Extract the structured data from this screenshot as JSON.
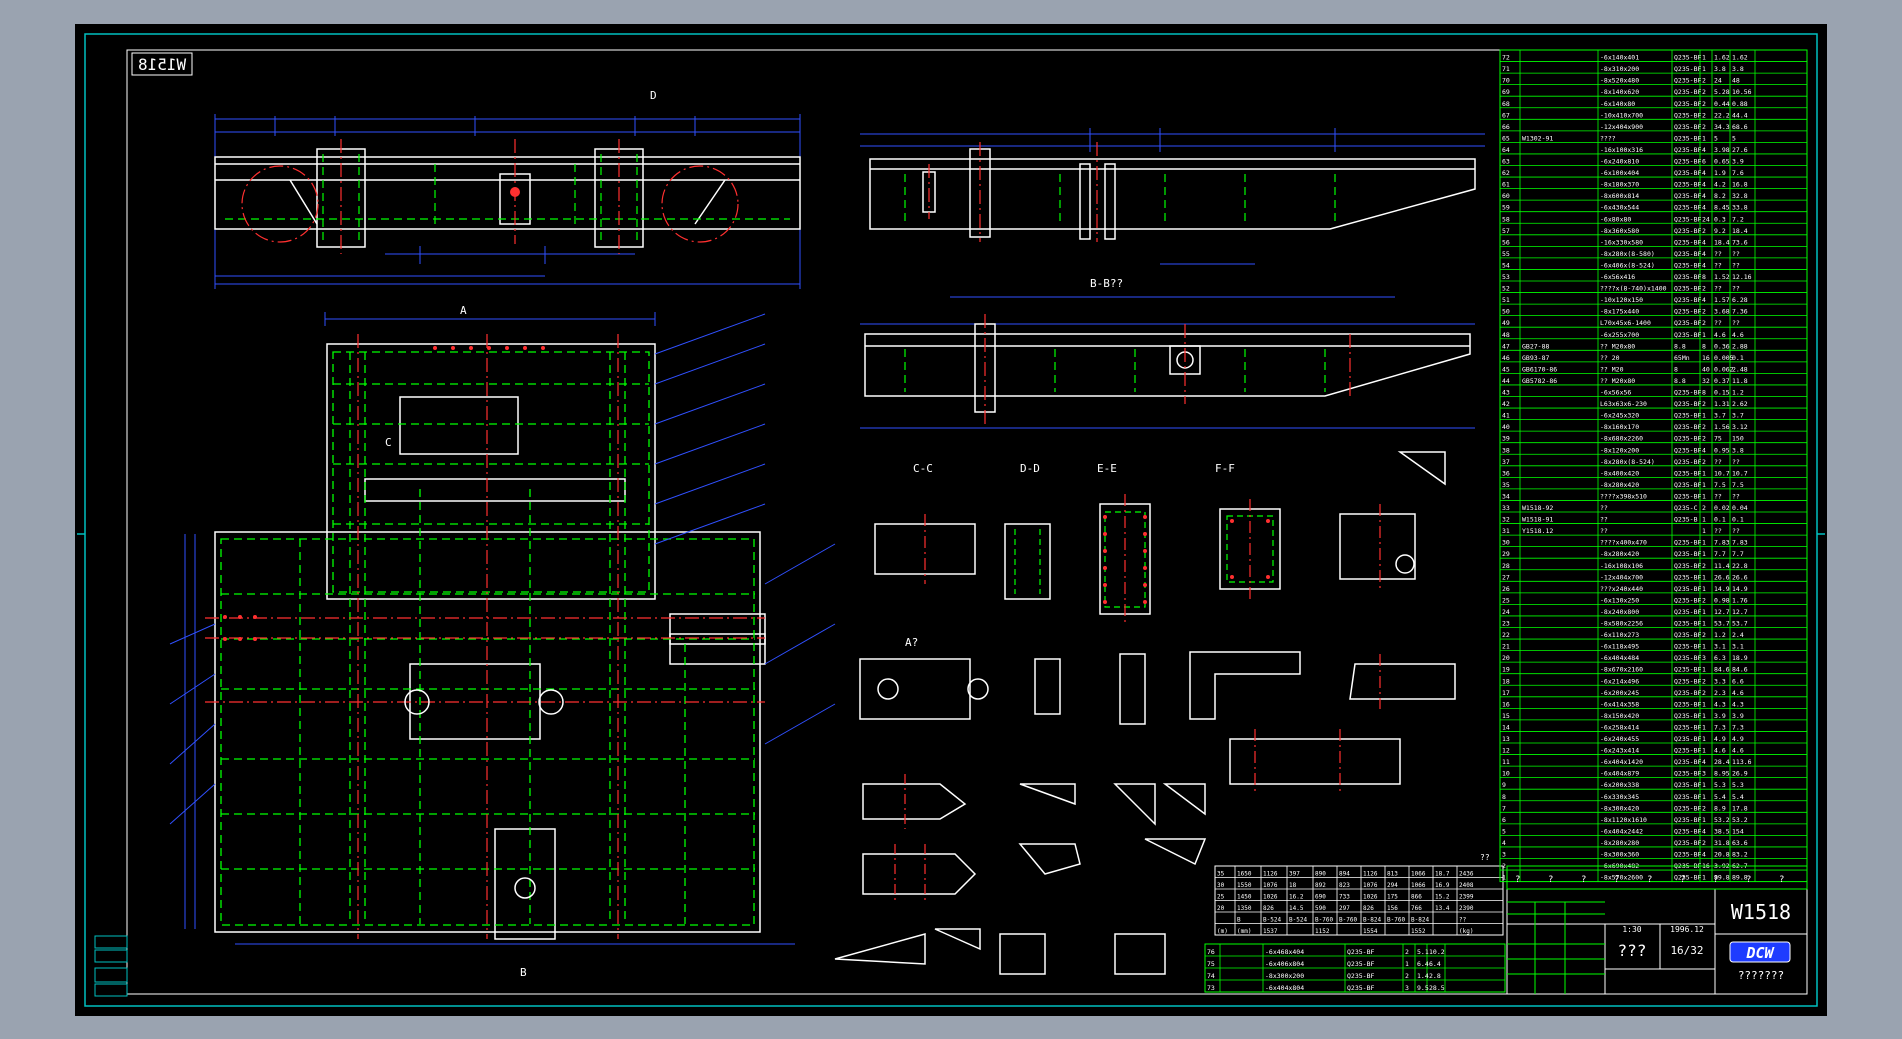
{
  "drawing": {
    "title_mirrored": "W1518",
    "section_labels": [
      "B-B??",
      "C-C",
      "D-D",
      "E-E",
      "F-F",
      "A?"
    ],
    "view_markers": [
      "A",
      "B",
      "D",
      "C"
    ]
  },
  "title_block": {
    "drawing_number": "W1518",
    "company_logo": "DCW",
    "company_subtext": "???????",
    "sheet": "16/32",
    "unknown": "???",
    "scale": "1:30",
    "date": "1996.12",
    "headers": [
      "?",
      "?",
      "?",
      "?",
      "?",
      "?",
      "?",
      "?",
      "?"
    ]
  },
  "colors": {
    "background": "#000000",
    "frame": "#00c0c0",
    "table": "#00ff00",
    "outline": "#ffffff",
    "hidden": "#00ff00",
    "center": "#ff3030",
    "dimension": "#3050ff",
    "leader": "#3050ff",
    "page_bg": "#9aa3b0"
  },
  "parts_list": {
    "rows": [
      [
        "72",
        "",
        "-6x140x401",
        "Q235-BF",
        "1",
        "1.62",
        "1.62"
      ],
      [
        "71",
        "",
        "-8x310x200",
        "Q235-BF",
        "1",
        "3.8",
        "3.8"
      ],
      [
        "70",
        "",
        "-8x520x480",
        "Q235-BF",
        "2",
        "24",
        "48"
      ],
      [
        "69",
        "",
        "-8x140x620",
        "Q235-BF",
        "2",
        "5.28",
        "10.56"
      ],
      [
        "68",
        "",
        "-6x140x80",
        "Q235-BF",
        "2",
        "0.44",
        "0.88"
      ],
      [
        "67",
        "",
        "-10x410x700",
        "Q235-BF",
        "2",
        "22.2",
        "44.4"
      ],
      [
        "66",
        "",
        "-12x404x900",
        "Q235-BF",
        "2",
        "34.3",
        "68.6"
      ],
      [
        "65",
        "W1302-91",
        "????",
        "Q235-BF",
        "1",
        "5",
        "5"
      ],
      [
        "64",
        "",
        "-16x100x316",
        "Q235-BF",
        "4",
        "3.98",
        "27.6"
      ],
      [
        "63",
        "",
        "-6x240x810",
        "Q235-BF",
        "6",
        "0.65",
        "3.9"
      ],
      [
        "62",
        "",
        "-6x100x404",
        "Q235-BF",
        "4",
        "1.9",
        "7.6"
      ],
      [
        "61",
        "",
        "-8x180x370",
        "Q235-BF",
        "4",
        "4.2",
        "16.8"
      ],
      [
        "60",
        "",
        "-8x600x814",
        "Q235-BF",
        "4",
        "8.2",
        "32.8"
      ],
      [
        "59",
        "",
        "-6x430x544",
        "Q235-BF",
        "4",
        "8.45",
        "33.8"
      ],
      [
        "58",
        "",
        "-6x80x80",
        "Q235-BF",
        "24",
        "0.3",
        "7.2"
      ],
      [
        "57",
        "",
        "-8x360x580",
        "Q235-BF",
        "2",
        "9.2",
        "18.4"
      ],
      [
        "56",
        "",
        "-16x330x580",
        "Q235-BF",
        "4",
        "18.4",
        "73.6"
      ],
      [
        "55",
        "",
        "-8x280x(8-580)",
        "Q235-BF",
        "4",
        "??",
        "??"
      ],
      [
        "54",
        "",
        "-6x406x(8-524)",
        "Q235-BF",
        "4",
        "??",
        "??"
      ],
      [
        "53",
        "",
        "-6x56x416",
        "Q235-BF",
        "8",
        "1.52",
        "12.16"
      ],
      [
        "52",
        "",
        "????x(8-740)x1400",
        "Q235-BF",
        "2",
        "??",
        "??"
      ],
      [
        "51",
        "",
        "-10x120x150",
        "Q235-BF",
        "4",
        "1.57",
        "6.28"
      ],
      [
        "50",
        "",
        "-8x175x440",
        "Q235-BF",
        "2",
        "3.68",
        "7.36"
      ],
      [
        "49",
        "",
        "L70x45x6-1400",
        "Q235-BF",
        "2",
        "??",
        "??"
      ],
      [
        "48",
        "",
        "-6x255x700",
        "Q235-BF",
        "1",
        "4.6",
        "4.6"
      ],
      [
        "47",
        "GB27-88",
        "?? M20x80",
        "8.8",
        "8",
        "0.36",
        "2.88"
      ],
      [
        "46",
        "GB93-87",
        "?? 20",
        "65Mn",
        "16",
        "0.005",
        "0.1"
      ],
      [
        "45",
        "GB6170-86",
        "?? M20",
        "8",
        "40",
        "0.062",
        "2.48"
      ],
      [
        "44",
        "GB5782-86",
        "?? M20x80",
        "8.8",
        "32",
        "0.37",
        "11.8"
      ],
      [
        "43",
        "",
        "-6x56x56",
        "Q235-BF",
        "8",
        "0.15",
        "1.2"
      ],
      [
        "42",
        "",
        "L63x63x6-230",
        "Q235-BF",
        "2",
        "1.31",
        "2.62"
      ],
      [
        "41",
        "",
        "-6x245x320",
        "Q235-BF",
        "1",
        "3.7",
        "3.7"
      ],
      [
        "40",
        "",
        "-8x160x170",
        "Q235-BF",
        "2",
        "1.56",
        "3.12"
      ],
      [
        "39",
        "",
        "-8x680x2260",
        "Q235-BF",
        "2",
        "75",
        "150"
      ],
      [
        "38",
        "",
        "-8x120x200",
        "Q235-BF",
        "4",
        "0.95",
        "3.8"
      ],
      [
        "37",
        "",
        "-8x280x(8-524)",
        "Q235-BF",
        "2",
        "??",
        "??"
      ],
      [
        "36",
        "",
        "-8x400x420",
        "Q235-BF",
        "1",
        "10.7",
        "10.7"
      ],
      [
        "35",
        "",
        "-8x280x420",
        "Q235-BF",
        "1",
        "7.5",
        "7.5"
      ],
      [
        "34",
        "",
        "????x398x510",
        "Q235-BF",
        "1",
        "??",
        "??"
      ],
      [
        "33",
        "W1518-92",
        "??",
        "Q235-C",
        "2",
        "0.02",
        "0.04"
      ],
      [
        "32",
        "W1518-91",
        "??",
        "Q235-B",
        "1",
        "0.1",
        "0.1"
      ],
      [
        "31",
        "Y1518.12",
        "??",
        "",
        "1",
        "??",
        "??"
      ],
      [
        "30",
        "",
        "????x400x470",
        "Q235-BF",
        "1",
        "7.83",
        "7.83"
      ],
      [
        "29",
        "",
        "-8x280x420",
        "Q235-BF",
        "1",
        "7.7",
        "7.7"
      ],
      [
        "28",
        "",
        "-16x108x106",
        "Q235-BF",
        "2",
        "11.4",
        "22.8"
      ],
      [
        "27",
        "",
        "-12x404x700",
        "Q235-BF",
        "1",
        "26.6",
        "26.6"
      ],
      [
        "26",
        "",
        "???x240x440",
        "Q235-BF",
        "1",
        "14.9",
        "14.9"
      ],
      [
        "25",
        "",
        "-6x130x250",
        "Q235-BF",
        "2",
        "0.98",
        "1.76"
      ],
      [
        "24",
        "",
        "-8x240x800",
        "Q235-BF",
        "1",
        "12.7",
        "12.7"
      ],
      [
        "23",
        "",
        "-8x580x2256",
        "Q235-BF",
        "1",
        "53.7",
        "53.7"
      ],
      [
        "22",
        "",
        "-6x110x273",
        "Q235-BF",
        "2",
        "1.2",
        "2.4"
      ],
      [
        "21",
        "",
        "-6x118x495",
        "Q235-BF",
        "1",
        "3.1",
        "3.1"
      ],
      [
        "20",
        "",
        "-6x404x484",
        "Q235-BF",
        "3",
        "6.3",
        "18.9"
      ],
      [
        "19",
        "",
        "-8x670x2160",
        "Q235-BF",
        "1",
        "84.6",
        "84.6"
      ],
      [
        "18",
        "",
        "-6x214x496",
        "Q235-BF",
        "2",
        "3.3",
        "6.6"
      ],
      [
        "17",
        "",
        "-6x200x245",
        "Q235-BF",
        "2",
        "2.3",
        "4.6"
      ],
      [
        "16",
        "",
        "-6x414x358",
        "Q235-BF",
        "1",
        "4.3",
        "4.3"
      ],
      [
        "15",
        "",
        "-8x150x420",
        "Q235-BF",
        "1",
        "3.9",
        "3.9"
      ],
      [
        "14",
        "",
        "-6x258x414",
        "Q235-BF",
        "1",
        "7.3",
        "7.3"
      ],
      [
        "13",
        "",
        "-6x240x455",
        "Q235-BF",
        "1",
        "4.9",
        "4.9"
      ],
      [
        "12",
        "",
        "-6x243x414",
        "Q235-BF",
        "1",
        "4.6",
        "4.6"
      ],
      [
        "11",
        "",
        "-6x404x1420",
        "Q235-BF",
        "4",
        "28.4",
        "113.6"
      ],
      [
        "10",
        "",
        "-6x404x879",
        "Q235-BF",
        "3",
        "8.95",
        "26.9"
      ],
      [
        "9",
        "",
        "-6x200x338",
        "Q235-BF",
        "1",
        "5.3",
        "5.3"
      ],
      [
        "8",
        "",
        "-6x330x345",
        "Q235-BF",
        "1",
        "5.4",
        "5.4"
      ],
      [
        "7",
        "",
        "-8x300x420",
        "Q235-BF",
        "2",
        "8.9",
        "17.8"
      ],
      [
        "6",
        "",
        "-8x1120x1610",
        "Q235-BF",
        "1",
        "53.2",
        "53.2"
      ],
      [
        "5",
        "",
        "-6x404x2442",
        "Q235-BF",
        "4",
        "38.5",
        "154"
      ],
      [
        "4",
        "",
        "-8x280x280",
        "Q235-BF",
        "2",
        "31.8",
        "63.6"
      ],
      [
        "3",
        "",
        "-8x300x360",
        "Q235-BF",
        "4",
        "20.8",
        "83.2"
      ],
      [
        "2",
        "",
        "-6x690x482",
        "Q235-BF",
        "16",
        "3.92",
        "62.7"
      ],
      [
        "1",
        "",
        "-8x570x2600",
        "Q235-BF",
        "1",
        "89.8",
        "89.8"
      ]
    ],
    "bottom_rows": [
      [
        "76",
        "",
        "-6x468x404",
        "Q235-BF",
        "2",
        "5.1",
        "10.2"
      ],
      [
        "75",
        "",
        "-6x406x804",
        "Q235-BF",
        "1",
        "6.4",
        "6.4"
      ],
      [
        "74",
        "",
        "-8x300x200",
        "Q235-BF",
        "2",
        "1.4",
        "2.8"
      ],
      [
        "73",
        "",
        "-6x404x804",
        "Q235-BF",
        "3",
        "9.5",
        "28.5"
      ]
    ]
  },
  "size_table": {
    "rows": [
      [
        "35",
        "1650",
        "1126",
        "397",
        "890",
        "894",
        "1126",
        "813",
        "1066",
        "18.7",
        "2436"
      ],
      [
        "30",
        "1550",
        "1076",
        "18",
        "892",
        "823",
        "1076",
        "294",
        "1066",
        "16.9",
        "2408"
      ],
      [
        "25",
        "1450",
        "1026",
        "16.2",
        "690",
        "733",
        "1026",
        "175",
        "866",
        "15.2",
        "2399"
      ],
      [
        "20",
        "1350",
        "826",
        "14.5",
        "590",
        "297",
        "826",
        "156",
        "766",
        "13.4",
        "2390"
      ],
      [
        "",
        "B",
        "B-524",
        "B-524",
        "B-760",
        "B-760",
        "B-824",
        "B-760",
        "B-824",
        "",
        "??"
      ],
      [
        "(m)",
        "(mm)",
        "1537",
        "",
        "1152",
        "",
        "1554",
        "",
        "1552",
        "",
        "(kg)"
      ]
    ],
    "caption": "??"
  }
}
